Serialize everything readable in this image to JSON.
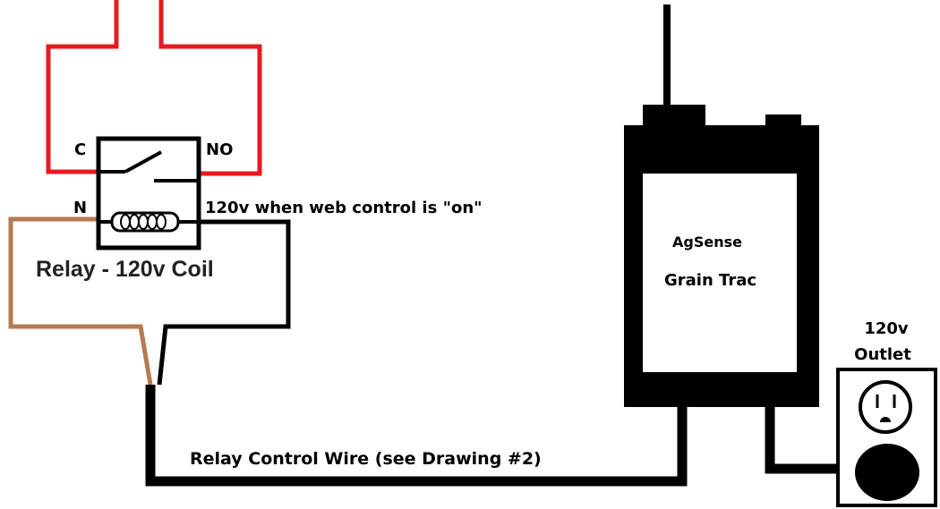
{
  "relay": {
    "terminal_c": "C",
    "terminal_no": "NO",
    "terminal_n": "N",
    "coil_voltage_note": "120v when web control is \"on\"",
    "title": "Relay - 120v Coil"
  },
  "device": {
    "brand": "AgSense",
    "name": "Grain Trac"
  },
  "outlet": {
    "voltage": "120v",
    "label": "Outlet"
  },
  "control_wire": {
    "label": "Relay Control Wire (see Drawing #2)"
  },
  "colors": {
    "red_wire": "#e8191f",
    "brown_wire": "#b77a50",
    "black": "#000000",
    "white": "#ffffff"
  }
}
